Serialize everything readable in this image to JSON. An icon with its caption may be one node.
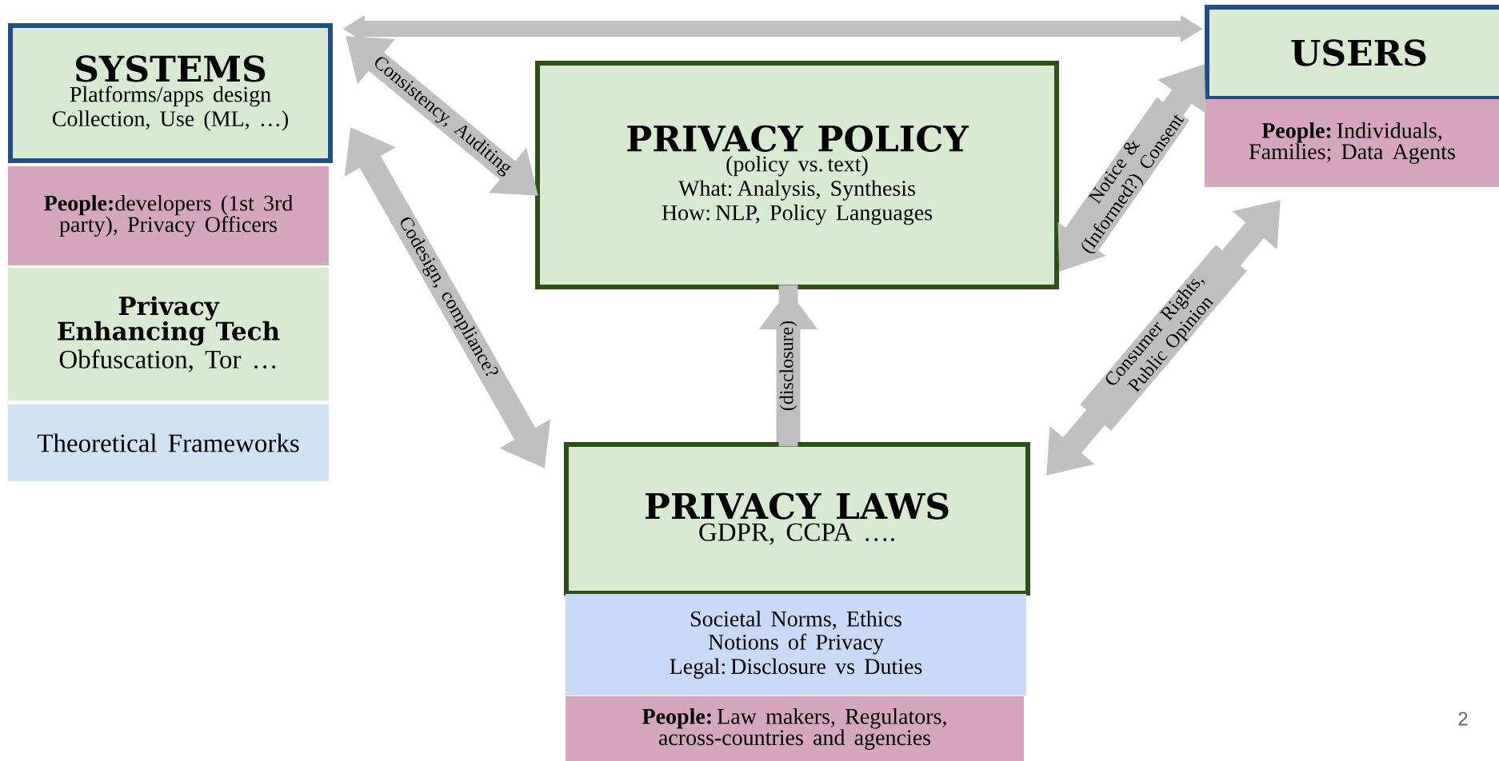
{
  "diagram": {
    "nodes": [
      {
        "text": [
          "SYSTEMS",
          "Platforms/apps design",
          "Collection, Use (ML, …)"
        ]
      },
      {
        "text": [
          "**People:**developers (1st 3rd party), Privacy Officers"
        ]
      },
      {
        "text": [
          "Privacy Enhancing Tech",
          "Obfuscation, Tor …"
        ]
      },
      {
        "text": [
          "Theoretical Frameworks"
        ]
      },
      {
        "text": [
          "PRIVACY POLICY",
          "(policy vs. text)",
          "What: Analysis, Synthesis",
          "How: NLP, Policy Languages"
        ]
      },
      {
        "text": [
          "USERS"
        ]
      },
      {
        "text": [
          "**People:** Individuals, Families; Data Agents"
        ]
      },
      {
        "text": [
          "PRIVACY LAWS",
          "GDPR, CCPA …."
        ]
      },
      {
        "text": [
          "Societal Norms, Ethics",
          "Notions of Privacy",
          "Legal: Disclosure vs Duties"
        ]
      },
      {
        "text": [
          "**People:** Law makers, Regulators, across-countries and agencies"
        ]
      }
    ],
    "edges": [
      {
        "from": 0,
        "to": 5,
        "arrow": "both"
      },
      {
        "from": 0,
        "to": 4,
        "arrow": "both",
        "label": "Consistency, Auditing"
      },
      {
        "from": 0,
        "to": 7,
        "arrow": "both",
        "label": "Codesign, compliance?"
      },
      {
        "from": 7,
        "to": 4,
        "arrow": "to",
        "label": "(disclosure)"
      },
      {
        "from": 5,
        "to": 4,
        "arrow": "both",
        "label": "Notice & (Informed?) Consent"
      },
      {
        "from": 6,
        "to": 7,
        "arrow": "both",
        "label": "Consumer Rights, Public Opinion"
      }
    ],
    "labels": [
      "2"
    ]
  }
}
